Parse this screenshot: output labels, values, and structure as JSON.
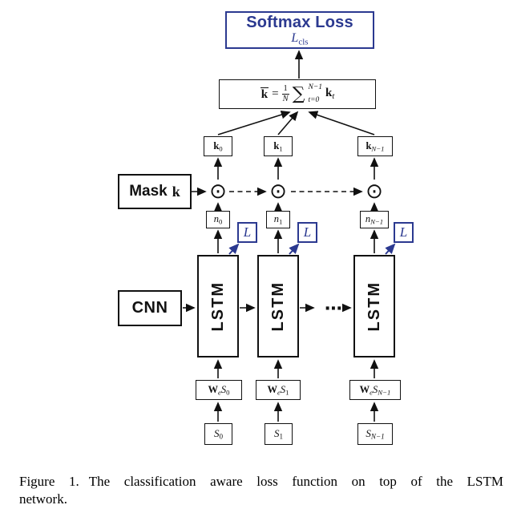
{
  "colors": {
    "blue": "#2b3990",
    "black": "#111111"
  },
  "figure": {
    "softmax": {
      "title": "Softmax Loss",
      "loss_base": "L",
      "loss_sub": "cls"
    },
    "average": {
      "lhs_base": "k",
      "lhs_has_overline": true,
      "equals": "=",
      "frac_num": "1",
      "frac_den": "N",
      "sum_symbol": "∑",
      "sum_upper": "N−1",
      "sum_lower": "t=0",
      "rhs_base": "k",
      "rhs_sub": "t"
    },
    "mask": {
      "label": "Mask",
      "symbol": "k"
    },
    "cnn": {
      "label": "CNN"
    },
    "lstm_label": "LSTM",
    "odot_symbol": "⊙",
    "ellipsis": "⋯",
    "per_step_loss": "L",
    "nodes": {
      "k_base": "k",
      "n_base": "n",
      "w_base": "W",
      "w_sub": "e",
      "s_base": "S"
    },
    "columns": [
      {
        "index_sub": "0"
      },
      {
        "index_sub": "1"
      },
      {
        "index_sub": "N−1"
      }
    ],
    "caption": {
      "label": "Figure 1.",
      "line1": "The classification aware loss function on top of the LSTM",
      "line2": "network."
    }
  }
}
